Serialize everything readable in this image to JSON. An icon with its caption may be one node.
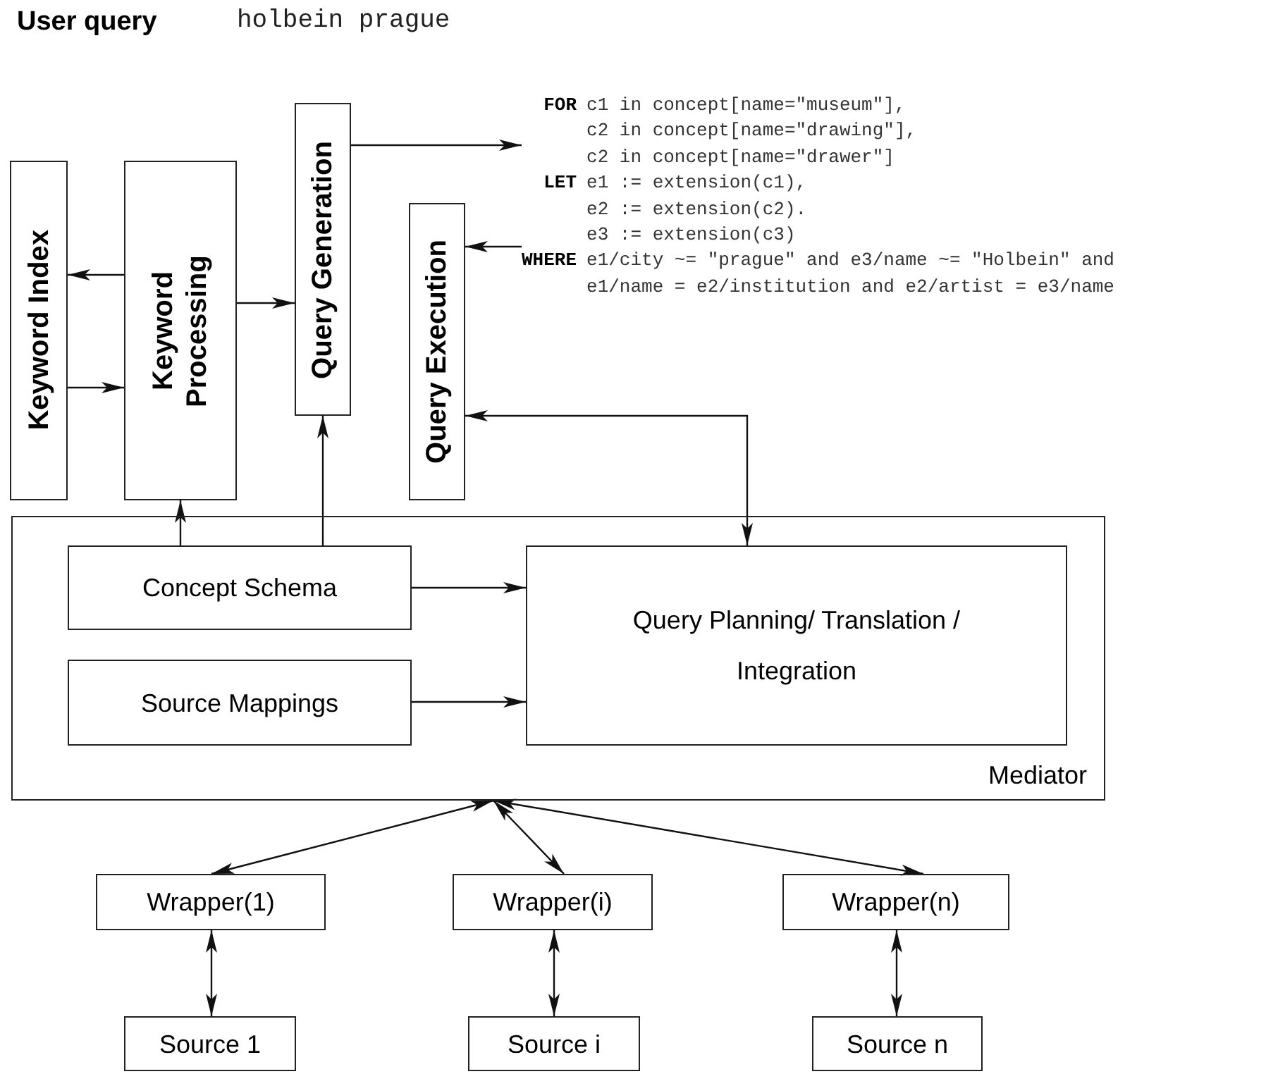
{
  "diagram": {
    "title": "User query",
    "nodes": [
      {
        "text": [
          "Keyword Index"
        ]
      },
      {
        "text": [
          "Keyword Processing"
        ]
      },
      {
        "text": [
          "Query Generation"
        ]
      },
      {
        "text": [
          "Query Execution"
        ]
      },
      {
        "text": [
          "FOR",
          "c1 in concept[name=\"museum\"],",
          "c2 in concept[name=\"drawing\"],",
          "c2 in concept[name=\"drawer\"]",
          "LET",
          "e1 := extension(c1),",
          "e2 := extension(c2).",
          "e3 := extension(c3)",
          "WHERE",
          "e1/city ~= \"prague\" and e3/name ~= \"Holbein\" and",
          "e1/name = e2/institution and e2/artist = e3/name"
        ]
      },
      {
        "text": [
          "Mediator"
        ]
      },
      {
        "text": [
          "Concept Schema"
        ],
        "in": 5
      },
      {
        "text": [
          "Source Mappings"
        ],
        "in": 5
      },
      {
        "text": [
          "Query Planning/ Translation / Integration"
        ],
        "in": 5
      },
      {
        "text": [
          "Wrapper(1)"
        ]
      },
      {
        "text": [
          "Wrapper(i)"
        ]
      },
      {
        "text": [
          "Wrapper(n)"
        ]
      },
      {
        "text": [
          "Source 1"
        ]
      },
      {
        "text": [
          "Source i"
        ]
      },
      {
        "text": [
          "Source n"
        ]
      }
    ],
    "edges": [
      {
        "from": 1,
        "to": 0,
        "arrow": "to"
      },
      {
        "from": 0,
        "to": 1,
        "arrow": "to"
      },
      {
        "from": 1,
        "to": 2,
        "arrow": "to"
      },
      {
        "from": 2,
        "to": 4,
        "arrow": "to"
      },
      {
        "from": 4,
        "to": 3,
        "arrow": "to"
      },
      {
        "from": 3,
        "to": 8,
        "arrow": "both"
      },
      {
        "from": 6,
        "to": 1,
        "arrow": "to"
      },
      {
        "from": 6,
        "to": 2,
        "arrow": "to"
      },
      {
        "from": 6,
        "to": 8,
        "arrow": "to"
      },
      {
        "from": 7,
        "to": 8,
        "arrow": "to"
      },
      {
        "from": 5,
        "to": 9,
        "arrow": "both"
      },
      {
        "from": 5,
        "to": 10,
        "arrow": "both"
      },
      {
        "from": 5,
        "to": 11,
        "arrow": "both"
      },
      {
        "from": 9,
        "to": 12,
        "arrow": "both"
      },
      {
        "from": 10,
        "to": 13,
        "arrow": "both"
      },
      {
        "from": 11,
        "to": 14,
        "arrow": "both"
      }
    ],
    "labels": [
      "holbein prague"
    ]
  }
}
